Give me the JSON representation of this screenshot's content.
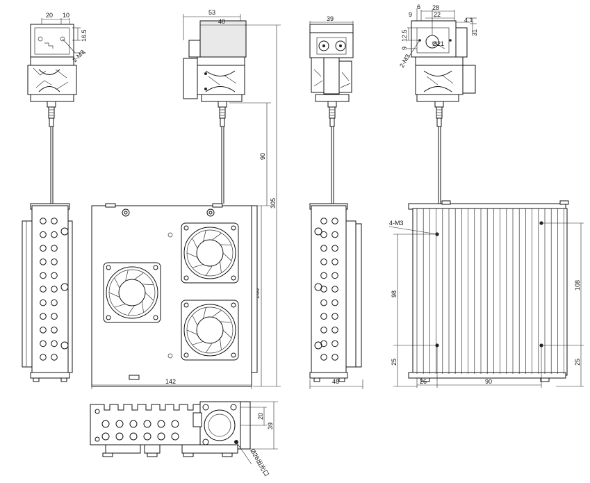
{
  "dimensions": {
    "top_left": {
      "d20": "20",
      "d10": "10",
      "d16_5": "16.5",
      "thread": "2-M3"
    },
    "top_mid": {
      "d53": "53",
      "d40": "40",
      "d90": "90",
      "d305": "305"
    },
    "top_right_a": {
      "d39": "39"
    },
    "top_right_b": {
      "d6": "6",
      "d28": "28",
      "d22": "22",
      "d9a": "9",
      "d4_1": "4.1",
      "d31": "31",
      "d12_5": "12.5",
      "d9b": "9",
      "dia21": "Ø21",
      "thread": "2-M3"
    },
    "front": {
      "d142": "142",
      "d148": "148"
    },
    "side": {
      "d48": "48"
    },
    "heatsink": {
      "holes": "4-M3",
      "d98": "98",
      "d108": "108",
      "d25a": "25",
      "d25b": "25",
      "d26": "26",
      "d90": "90"
    },
    "bottom": {
      "d20": "20",
      "d39": "39",
      "outlet": "Ø26出光口"
    }
  }
}
